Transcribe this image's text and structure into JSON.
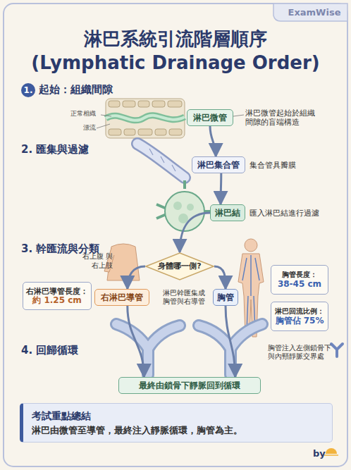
{
  "diagram": {
    "title": "淋巴系統引流階層順序 (Lymphatic Drainage Order)",
    "nodes": [
      {
        "text": [
          "淋巴微管"
        ]
      },
      {
        "text": [
          "淋巴集合管"
        ]
      },
      {
        "text": [
          "淋巴結"
        ]
      },
      {
        "text": [
          "身體哪一側?"
        ]
      },
      {
        "text": [
          "右淋巴導管長度：",
          "約 1.25 cm"
        ]
      },
      {
        "text": [
          "右淋巴導管"
        ]
      },
      {
        "text": [
          "胸管"
        ]
      },
      {
        "text": [
          "胸管長度：",
          "38-45 cm"
        ]
      },
      {
        "text": [
          "淋巴回流比例：",
          "胸管佔 75%"
        ]
      },
      {
        "text": [
          "最終由鎖骨下靜脈回到循環"
        ]
      },
      {
        "text": [
          "考試重點總結",
          "淋巴由微管至導管，最終注入靜脈循環，胸管為主。"
        ]
      }
    ],
    "edges": [
      {
        "from": 0,
        "to": 1,
        "arrow": "to"
      },
      {
        "from": 1,
        "to": 2,
        "arrow": "to"
      },
      {
        "from": 2,
        "to": 3,
        "arrow": "to"
      },
      {
        "from": 3,
        "to": 5,
        "arrow": "to"
      },
      {
        "from": 3,
        "to": 6,
        "arrow": "to"
      },
      {
        "from": 5,
        "to": 9,
        "arrow": "to"
      },
      {
        "from": 6,
        "to": 9,
        "arrow": "to"
      }
    ],
    "labels": [
      "ExamWise",
      "1.",
      "起始：組織間隙",
      "正常相織",
      "漂流",
      "淋巴微管起始於組織間隙的盲端構造",
      "2. 匯集與過濾",
      "集合管具瓣膜",
      "匯入淋巴結進行過濾",
      "3. 幹匯流與分類",
      "右上腹 與右上肢",
      "淋巴幹匯集成 胸管與右導管",
      "4. 回歸循環",
      "胸管注入左側鎖骨下 與內頸靜脈交界處",
      "by"
    ]
  }
}
